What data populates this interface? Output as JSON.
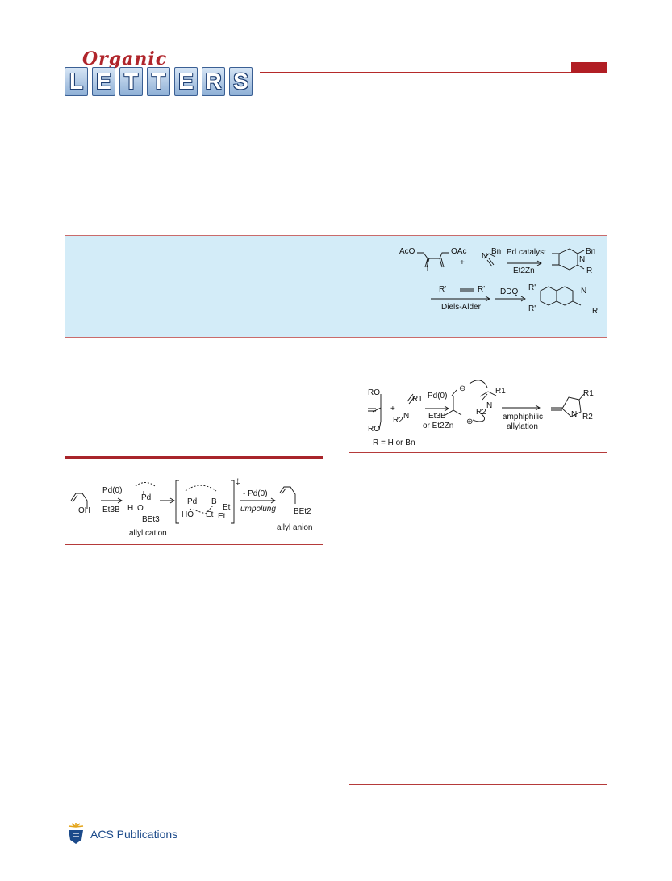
{
  "journal": {
    "logo_script": "Organic",
    "logo_letters": [
      "L",
      "E",
      "T",
      "T",
      "E",
      "R",
      "S"
    ]
  },
  "toc": {
    "reagent_left": "AcO",
    "reagent_right": "OAc",
    "imine_sub": "Bn",
    "plus": "+",
    "n_label": "N",
    "catalyst": "Pd catalyst",
    "additive": "Et2Zn",
    "product_n": "N",
    "product_bn": "Bn",
    "product_r": "R",
    "alkyne_left": "R'",
    "alkyne_right": "R'",
    "diels_alder": "Diels-Alder",
    "ddq": "DDQ",
    "iso_r1": "R'",
    "iso_r2": "R'",
    "iso_n": "N",
    "iso_r": "R"
  },
  "scheme_right": {
    "ro_top": "RO",
    "ro_bottom": "RO",
    "plus": "+",
    "r1": "R1",
    "r2": "R2",
    "n": "N",
    "pd": "Pd(0)",
    "et3b": "Et3B",
    "or_et2zn": "or Et2Zn",
    "minus": "⊖",
    "plusc": "⊕",
    "int_r1": "R1",
    "int_r2": "R2",
    "int_n": "N",
    "amphiphilic": "amphiphilic",
    "allylation": "allylation",
    "prod_r1": "R1",
    "prod_n": "N",
    "prod_r2": "R2",
    "r_def": "R = H or Bn"
  },
  "scheme_left": {
    "oh": "OH",
    "pd0": "Pd(0)",
    "et3b": "Et3B",
    "pd": "Pd",
    "h": "H",
    "o": "O",
    "bet3": "BEt3",
    "allyl_cation": "allyl cation",
    "ts_pd": "Pd",
    "ts_b": "B",
    "ts_ho": "HO",
    "ts_et1": "Et",
    "ts_et2": "Et",
    "ts_et3": "Et",
    "dagger": "‡",
    "minus_pd": "- Pd(0)",
    "umpolung": "umpolung",
    "bet2": "BEt2",
    "allyl_anion": "allyl anion"
  },
  "footer": {
    "publisher": "ACS Publications"
  },
  "colors": {
    "accent_red": "#b11e24",
    "toc_bg": "#d3ecf8",
    "acs_blue": "#1b4a8a"
  }
}
